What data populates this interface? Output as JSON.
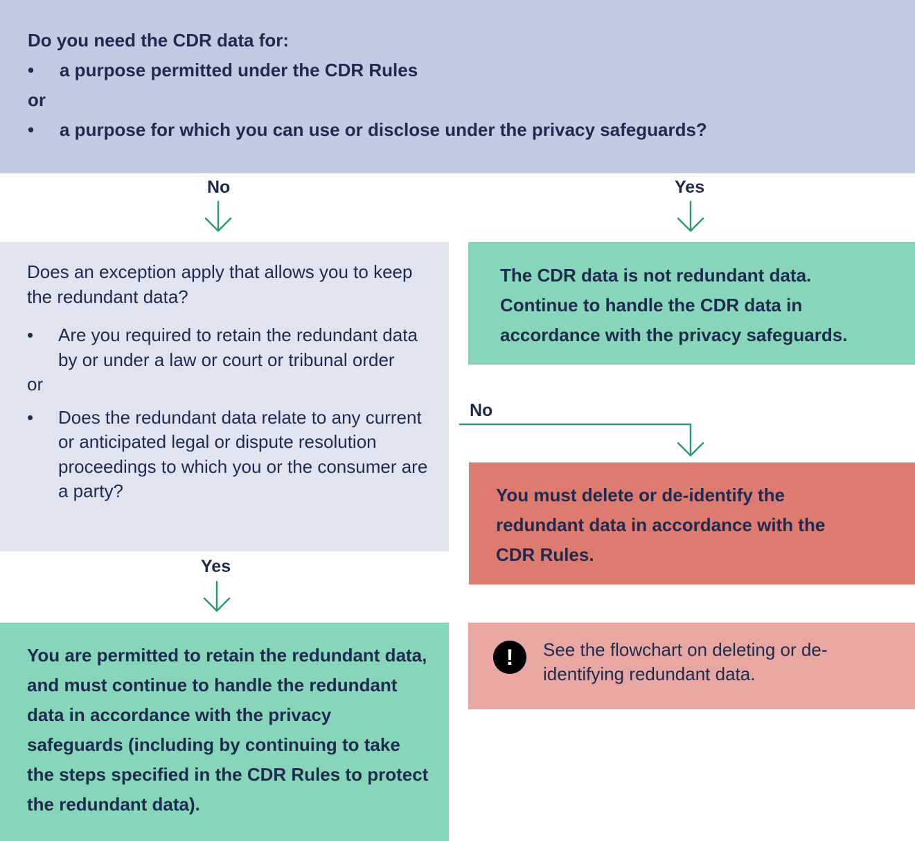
{
  "question_box": {
    "heading": "Do you need the CDR data for:",
    "bullet_1": "a purpose permitted under the CDR Rules",
    "or": "or",
    "bullet_2": "a purpose for which you can use or disclose under the privacy safeguards?"
  },
  "labels": {
    "no_top": "No",
    "yes_top": "Yes",
    "no_middle": "No",
    "yes_bottom": "Yes"
  },
  "bullet_symbol": "•",
  "exception_box": {
    "question": "Does an exception apply that allows you to keep the redundant data?",
    "bullet_1": "Are you required to retain the redundant data by or under a law or court or tribunal order",
    "or": "or",
    "bullet_2": "Does the redundant data relate to any current or anticipated legal or dispute resolution proceedings to which you or the consumer are a party?"
  },
  "not_redundant_box": {
    "line_1": "The CDR data is not redundant data.",
    "line_2": "Continue to handle the CDR data in",
    "line_3": "accordance with the privacy safeguards."
  },
  "delete_box": {
    "text": "You must delete or de-identify the redundant data in accordance with the CDR Rules."
  },
  "flowchart_box": {
    "icon": "exclamation-icon",
    "icon_glyph": "!",
    "text": "See the flowchart on deleting or de-identifying redundant data."
  },
  "permitted_box": {
    "text": "You are permitted to retain the redundant data, and must continue to handle the redundant data in accordance with the privacy safeguards (including by continuing to take the steps specified in the CDR Rules to protect the redundant data)."
  },
  "colors": {
    "question_bg": "#c3cbe3",
    "exception_bg": "#e0e4f1",
    "positive_bg": "#87d6bc",
    "delete_bg": "#dd7b70",
    "notice_bg": "#e8a8a1",
    "arrow": "#2a9a7a",
    "text": "#1f2a4f"
  }
}
